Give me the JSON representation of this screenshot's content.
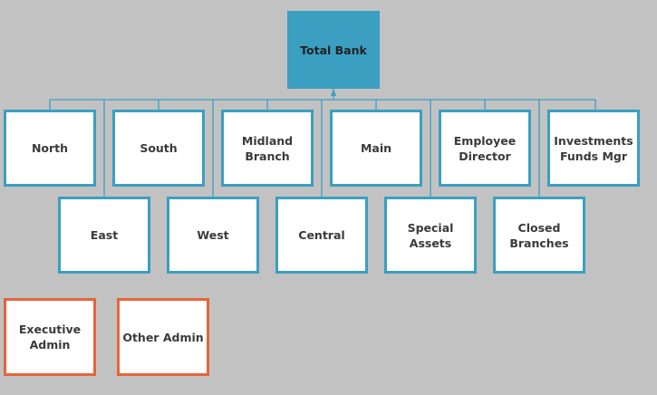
{
  "colors": {
    "background": "#c2c2c2",
    "primary": "#3a9fc1",
    "admin": "#e8633a",
    "text": "#3a3a3a",
    "node_fill": "#ffffff"
  },
  "root": {
    "label": "Total Bank"
  },
  "row1": [
    {
      "label": "North"
    },
    {
      "label": "South"
    },
    {
      "label": "Midland\nBranch"
    },
    {
      "label": "Main"
    },
    {
      "label": "Employee\nDirector"
    },
    {
      "label": "Investments\nFunds Mgr"
    }
  ],
  "row2": [
    {
      "label": "East"
    },
    {
      "label": "West"
    },
    {
      "label": "Central"
    },
    {
      "label": "Special\nAssets"
    },
    {
      "label": "Closed\nBranches"
    }
  ],
  "admin": [
    {
      "label": "Executive\nAdmin"
    },
    {
      "label": "Other Admin"
    }
  ]
}
